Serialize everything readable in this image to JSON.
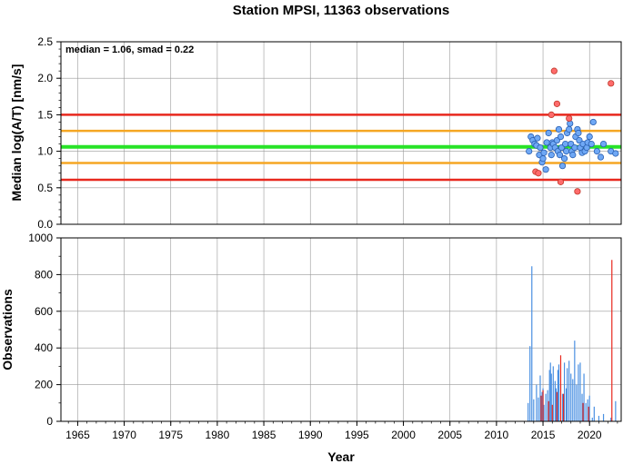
{
  "title": "Station MPSI, 11363 observations",
  "xlabel": "Year",
  "x_ticks": [
    1965,
    1970,
    1975,
    1980,
    1985,
    1990,
    1995,
    2000,
    2005,
    2010,
    2015,
    2020
  ],
  "colors": {
    "red": "#e8281e",
    "orange": "#f5a623",
    "green": "#27e327",
    "blue": "#4a90e2",
    "blue_fill": "#6fa8f5",
    "red_fill": "#ff6b6b"
  },
  "chart_data": [
    {
      "type": "scatter",
      "annotation": "median = 1.06, smad = 0.22",
      "ylabel": "Median log(A/T) [nm/s]",
      "xlim": [
        1963.2,
        2023.4
      ],
      "ylim": [
        0,
        2.5
      ],
      "y_ticks": [
        "0.0",
        "0.5",
        "1.0",
        "1.5",
        "2.0",
        "2.5"
      ],
      "grid": true,
      "hlines": [
        {
          "y": 1.5,
          "color": "red"
        },
        {
          "y": 1.28,
          "color": "orange"
        },
        {
          "y": 1.06,
          "color": "green"
        },
        {
          "y": 0.84,
          "color": "orange"
        },
        {
          "y": 0.61,
          "color": "red"
        }
      ],
      "series": [
        {
          "color": "blue",
          "points": [
            [
              2013.5,
              1.0
            ],
            [
              2013.7,
              1.2
            ],
            [
              2013.9,
              1.15
            ],
            [
              2014.1,
              1.1
            ],
            [
              2014.3,
              1.08
            ],
            [
              2014.4,
              1.18
            ],
            [
              2014.6,
              0.95
            ],
            [
              2014.7,
              1.05
            ],
            [
              2014.9,
              0.85
            ],
            [
              2015.0,
              0.9
            ],
            [
              2015.1,
              0.98
            ],
            [
              2015.3,
              0.75
            ],
            [
              2015.4,
              1.12
            ],
            [
              2015.6,
              1.25
            ],
            [
              2015.8,
              1.05
            ],
            [
              2015.9,
              0.95
            ],
            [
              2016.0,
              1.12
            ],
            [
              2016.1,
              1.1
            ],
            [
              2016.3,
              1.05
            ],
            [
              2016.5,
              1.15
            ],
            [
              2016.6,
              1.0
            ],
            [
              2016.7,
              1.3
            ],
            [
              2016.8,
              0.95
            ],
            [
              2016.9,
              1.2
            ],
            [
              2017.0,
              1.05
            ],
            [
              2017.1,
              0.8
            ],
            [
              2017.3,
              0.9
            ],
            [
              2017.4,
              1.1
            ],
            [
              2017.5,
              1.0
            ],
            [
              2017.6,
              1.25
            ],
            [
              2017.8,
              1.3
            ],
            [
              2017.9,
              1.38
            ],
            [
              2018.0,
              1.1
            ],
            [
              2018.1,
              1.0
            ],
            [
              2018.2,
              0.95
            ],
            [
              2018.4,
              1.05
            ],
            [
              2018.5,
              1.2
            ],
            [
              2018.7,
              1.3
            ],
            [
              2018.8,
              1.25
            ],
            [
              2018.9,
              1.15
            ],
            [
              2019.0,
              1.05
            ],
            [
              2019.2,
              0.98
            ],
            [
              2019.3,
              1.1
            ],
            [
              2019.5,
              1.0
            ],
            [
              2019.7,
              1.05
            ],
            [
              2019.8,
              1.12
            ],
            [
              2020.0,
              1.2
            ],
            [
              2020.2,
              1.1
            ],
            [
              2020.4,
              1.4
            ],
            [
              2020.8,
              1.0
            ],
            [
              2021.2,
              0.92
            ],
            [
              2021.5,
              1.1
            ],
            [
              2022.3,
              1.0
            ],
            [
              2022.8,
              0.97
            ]
          ]
        },
        {
          "color": "red",
          "points": [
            [
              2014.2,
              0.72
            ],
            [
              2014.5,
              0.7
            ],
            [
              2015.9,
              1.5
            ],
            [
              2016.2,
              2.1
            ],
            [
              2016.5,
              1.65
            ],
            [
              2016.9,
              0.58
            ],
            [
              2017.8,
              1.45
            ],
            [
              2018.7,
              0.45
            ],
            [
              2022.3,
              1.93
            ]
          ]
        }
      ]
    },
    {
      "type": "bar",
      "ylabel": "Observations",
      "xlim": [
        1963.2,
        2023.4
      ],
      "ylim": [
        0,
        1000
      ],
      "y_ticks": [
        "0",
        "200",
        "400",
        "600",
        "800",
        "1000"
      ],
      "grid": true,
      "series": [
        {
          "color": "blue",
          "bars": [
            [
              2013.4,
              100
            ],
            [
              2013.6,
              410
            ],
            [
              2013.8,
              845
            ],
            [
              2014.0,
              120
            ],
            [
              2014.3,
              200
            ],
            [
              2014.5,
              130
            ],
            [
              2014.7,
              250
            ],
            [
              2014.9,
              160
            ],
            [
              2015.0,
              180
            ],
            [
              2015.1,
              90
            ],
            [
              2015.3,
              150
            ],
            [
              2015.5,
              170
            ],
            [
              2015.7,
              280
            ],
            [
              2015.8,
              320
            ],
            [
              2015.9,
              260
            ],
            [
              2016.1,
              300
            ],
            [
              2016.3,
              220
            ],
            [
              2016.4,
              180
            ],
            [
              2016.6,
              280
            ],
            [
              2016.7,
              310
            ],
            [
              2016.9,
              200
            ],
            [
              2017.1,
              150
            ],
            [
              2017.3,
              320
            ],
            [
              2017.5,
              180
            ],
            [
              2017.6,
              290
            ],
            [
              2017.8,
              330
            ],
            [
              2018.0,
              260
            ],
            [
              2018.2,
              230
            ],
            [
              2018.4,
              440
            ],
            [
              2018.6,
              200
            ],
            [
              2018.8,
              310
            ],
            [
              2019.0,
              320
            ],
            [
              2019.2,
              150
            ],
            [
              2019.4,
              260
            ],
            [
              2019.6,
              100
            ],
            [
              2019.8,
              120
            ],
            [
              2020.0,
              140
            ],
            [
              2020.3,
              20
            ],
            [
              2020.5,
              80
            ],
            [
              2021.0,
              30
            ],
            [
              2021.5,
              40
            ],
            [
              2022.3,
              20
            ],
            [
              2022.8,
              110
            ]
          ]
        },
        {
          "color": "red",
          "bars": [
            [
              2014.8,
              140
            ],
            [
              2015.0,
              170
            ],
            [
              2015.6,
              110
            ],
            [
              2016.0,
              90
            ],
            [
              2016.5,
              160
            ],
            [
              2016.9,
              360
            ],
            [
              2017.2,
              150
            ],
            [
              2019.3,
              100
            ],
            [
              2019.9,
              80
            ],
            [
              2022.4,
              880
            ]
          ]
        }
      ]
    }
  ]
}
